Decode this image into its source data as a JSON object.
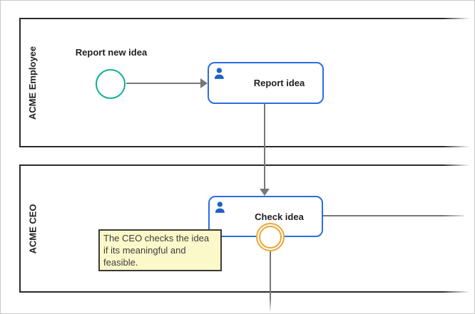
{
  "colors": {
    "frame-border": "#c9c9c9",
    "pool-border": "#2b2b2b",
    "flow": "#777777",
    "start-event": "#10af95",
    "task-border": "#2a6de2",
    "user-icon": "#1d62c9",
    "boundary-event": "#eca636",
    "note-bg": "#fbf8c9",
    "note-border": "#3a3a3a",
    "note-text": "#3d3d3d",
    "label-text": "#212121"
  },
  "diagram": {
    "pools": [
      {
        "name": "ACME Employee"
      },
      {
        "name": "ACME CEO"
      }
    ],
    "start_event": {
      "label": "Report new idea"
    },
    "tasks": [
      {
        "label": "Report idea"
      },
      {
        "label": "Check idea"
      }
    ],
    "annotation": {
      "text": "The CEO checks the idea\nif its meaningful and\nfeasible."
    }
  }
}
